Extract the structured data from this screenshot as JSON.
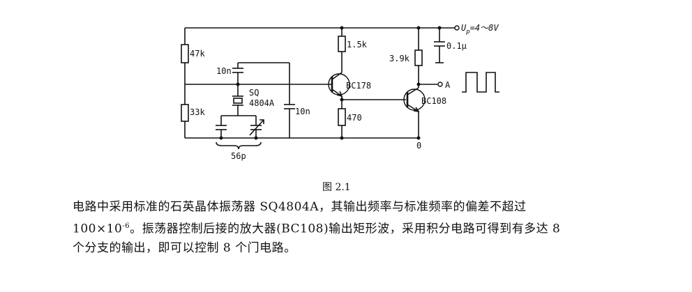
{
  "diagram": {
    "labels": {
      "supply": "U",
      "supply_sub": "p",
      "supply_value": "=4～8V",
      "r_47k": "47k",
      "r_33k": "33k",
      "c_10n_a": "10n",
      "c_10n_b": "10n",
      "crystal_1": "SQ",
      "crystal_2": "4804A",
      "trim_cap": "56p",
      "r_1_5k": "1.5k",
      "q1": "BC178",
      "r_470": "470",
      "r_3_9k": "3.9k",
      "c_0_1u": "0.1μ",
      "q2": "BC108",
      "out_a": "A",
      "ground": "0"
    }
  },
  "caption": "图 2.1",
  "description": {
    "line1": "电路中采用标准的石英晶体振荡器 SQ4804A，其输出频率与标准频率的偏差不超过",
    "line2_pre": "100×10",
    "line2_sup": "-6",
    "line2_post": "。振荡器控制后接的放大器(BC108)输出矩形波，采用积分电路可得到有多达 8",
    "line3": "个分支的输出，即可以控制 8 个门电路。"
  }
}
